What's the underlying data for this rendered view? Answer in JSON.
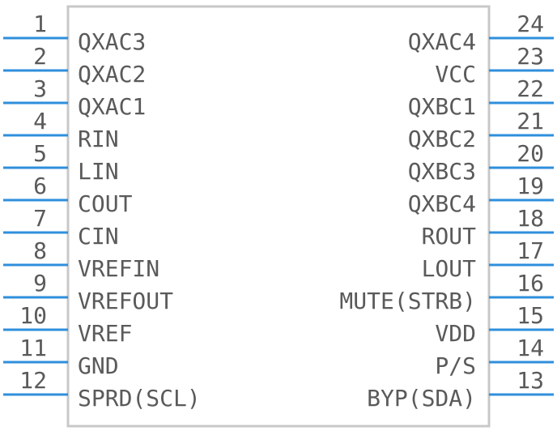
{
  "part": {
    "left_pins": [
      {
        "number": "1",
        "name": "QXAC3"
      },
      {
        "number": "2",
        "name": "QXAC2"
      },
      {
        "number": "3",
        "name": "QXAC1"
      },
      {
        "number": "4",
        "name": "RIN"
      },
      {
        "number": "5",
        "name": "LIN"
      },
      {
        "number": "6",
        "name": "COUT"
      },
      {
        "number": "7",
        "name": "CIN"
      },
      {
        "number": "8",
        "name": "VREFIN"
      },
      {
        "number": "9",
        "name": "VREFOUT"
      },
      {
        "number": "10",
        "name": "VREF"
      },
      {
        "number": "11",
        "name": "GND"
      },
      {
        "number": "12",
        "name": "SPRD(SCL)"
      }
    ],
    "right_pins": [
      {
        "number": "24",
        "name": "QXAC4"
      },
      {
        "number": "23",
        "name": "VCC"
      },
      {
        "number": "22",
        "name": "QXBC1"
      },
      {
        "number": "21",
        "name": "QXBC2"
      },
      {
        "number": "20",
        "name": "QXBC3"
      },
      {
        "number": "19",
        "name": "QXBC4"
      },
      {
        "number": "18",
        "name": "ROUT"
      },
      {
        "number": "17",
        "name": "LOUT"
      },
      {
        "number": "16",
        "name": "MUTE(STRB)"
      },
      {
        "number": "15",
        "name": "VDD"
      },
      {
        "number": "14",
        "name": "P/S"
      },
      {
        "number": "13",
        "name": "BYP(SDA)"
      }
    ]
  },
  "colors": {
    "pin": "#2f8fdc",
    "body_outline": "#c8c8c8",
    "text": "#5a5a5a"
  }
}
